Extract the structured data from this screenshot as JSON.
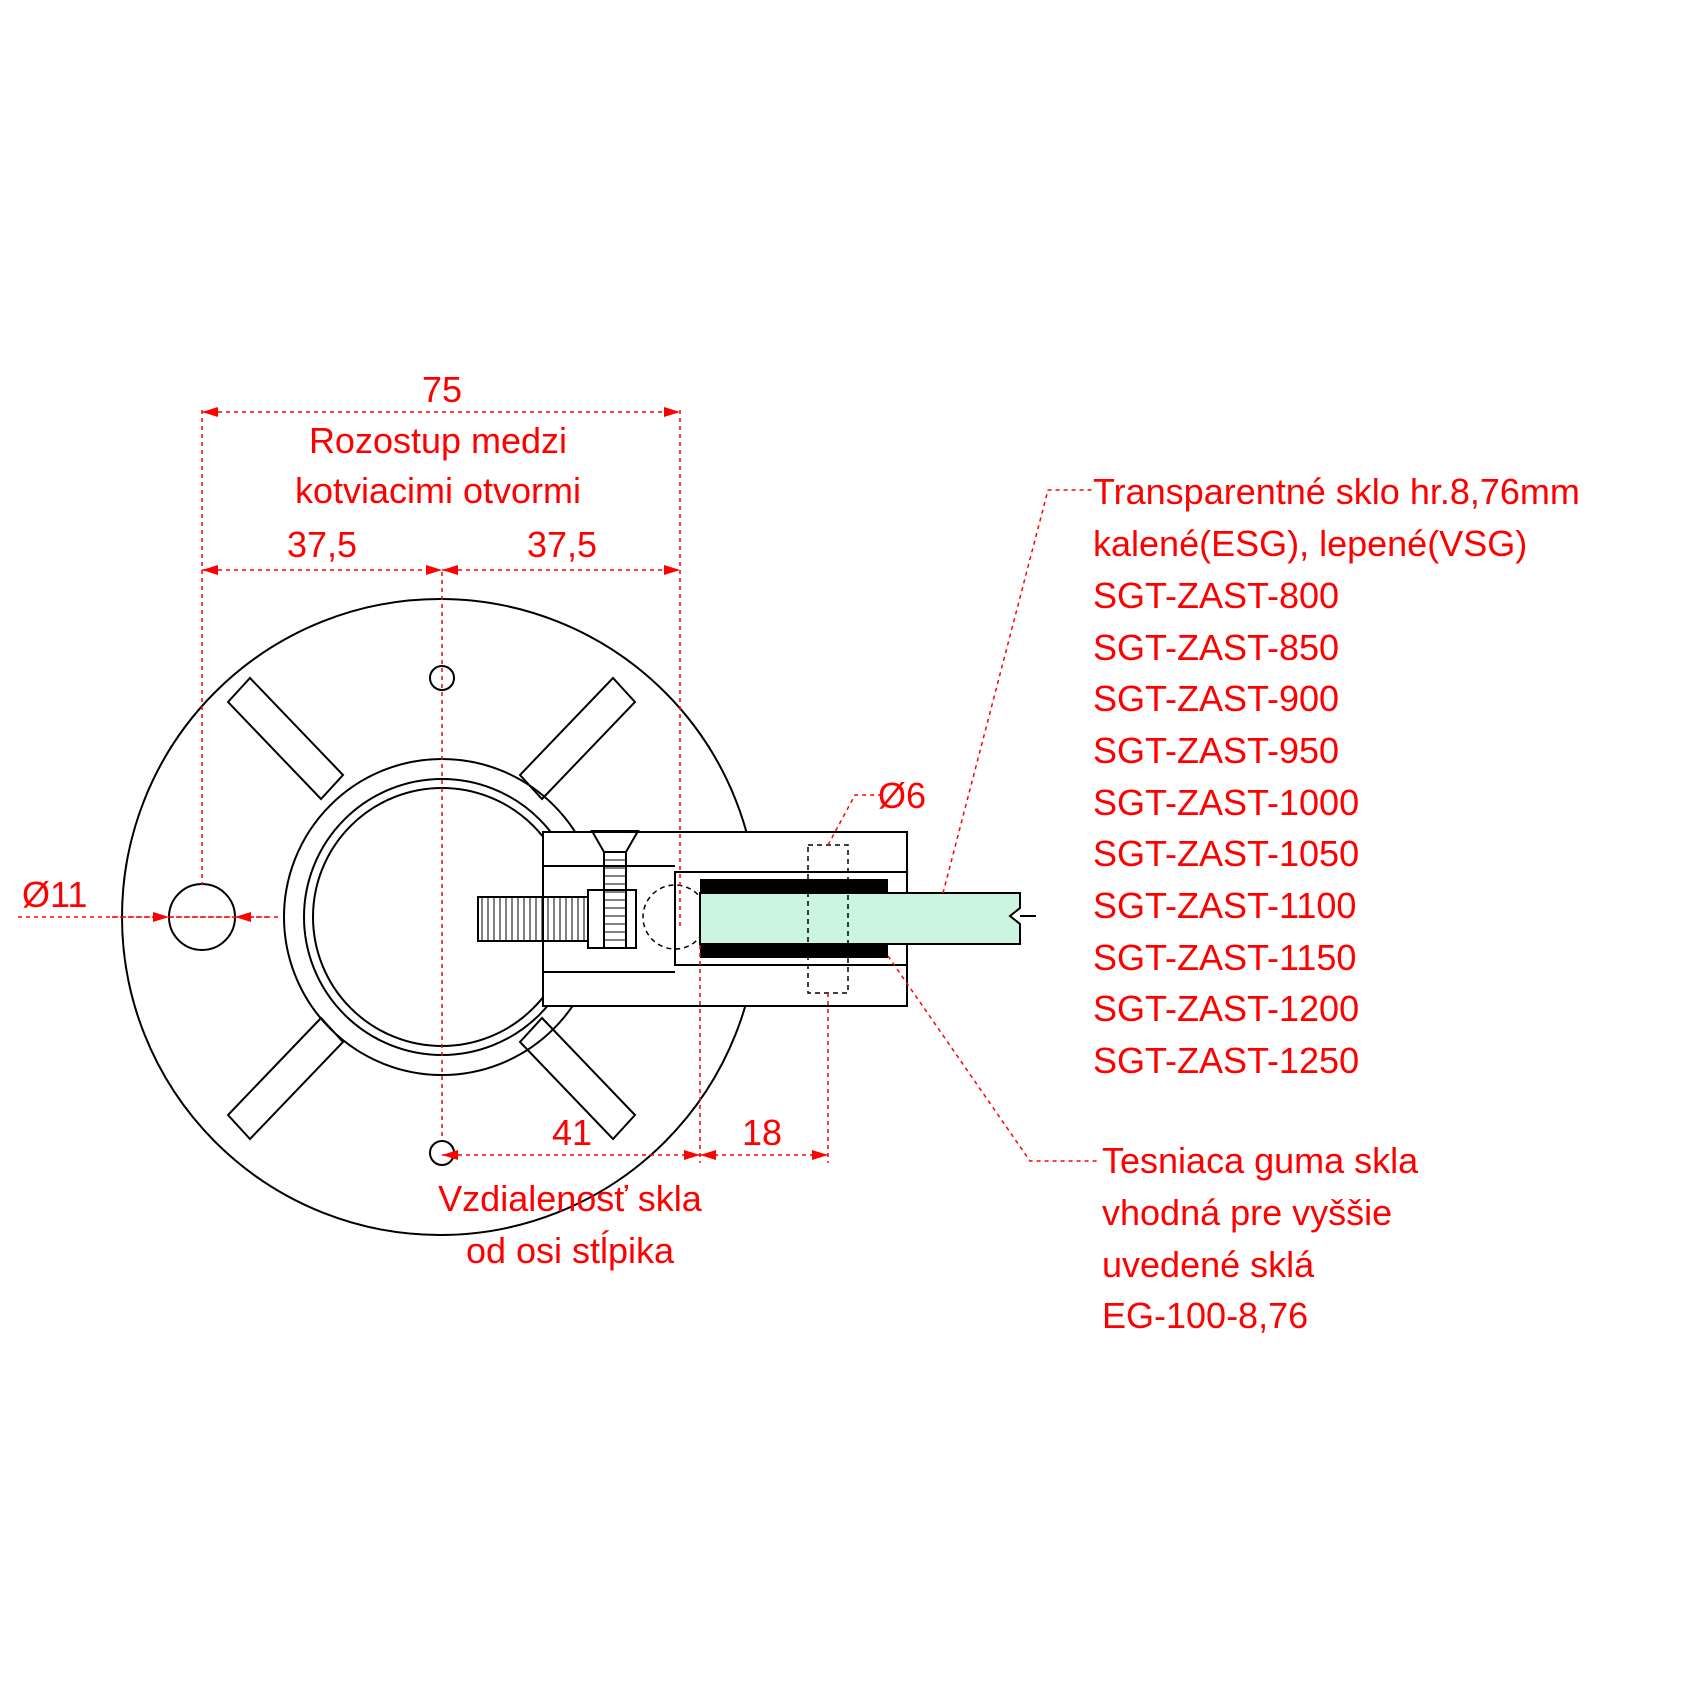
{
  "dimensions": {
    "total_spacing": "75",
    "spacing_caption_1": "Rozostup medzi",
    "spacing_caption_2": "kotviacimi otvormi",
    "half_left": "37,5",
    "half_right": "37,5",
    "hole_diameter": "Ø11",
    "bolt_diameter": "Ø6",
    "glass_distance": "41",
    "clamp_depth": "18",
    "distance_caption_1": "Vzdialenosť skla",
    "distance_caption_2": "od osi stĺpika"
  },
  "glass_note": {
    "lines": [
      "Transparentné sklo hr.8,76mm",
      "kalené(ESG), lepené(VSG)",
      "SGT-ZAST-800",
      "SGT-ZAST-850",
      "SGT-ZAST-900",
      "SGT-ZAST-950",
      "SGT-ZAST-1000",
      "SGT-ZAST-1050",
      "SGT-ZAST-1100",
      "SGT-ZAST-1150",
      "SGT-ZAST-1200",
      "SGT-ZAST-1250"
    ]
  },
  "gasket_note": {
    "lines": [
      "Tesniaca guma skla",
      "vhodná pre vyššie",
      "uvedené sklá",
      "EG-100-8,76"
    ]
  },
  "colors": {
    "annotation": "#ff0000",
    "outline": "#000000",
    "glass_fill": "#ccf5e0",
    "gasket_fill": "#000000"
  }
}
